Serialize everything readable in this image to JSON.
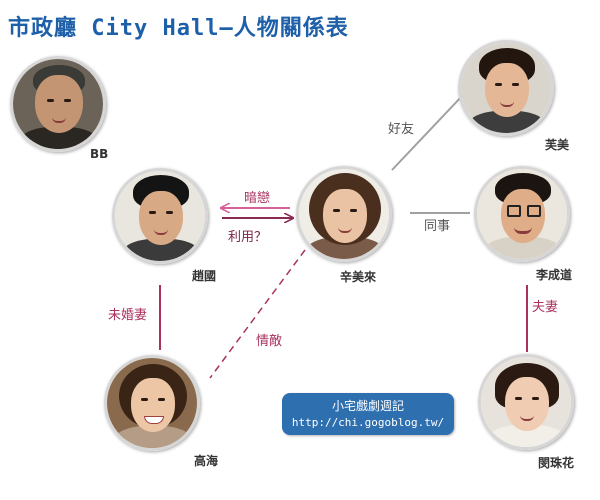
{
  "title": {
    "zh_prefix": "市政廳",
    "en": "City Hall",
    "zh_suffix": "—人物關係表"
  },
  "people": {
    "bb": {
      "name": "BB"
    },
    "zhao_guo": {
      "name": "趙國"
    },
    "xin_mei_lai": {
      "name": "辛美來"
    },
    "fu_mei": {
      "name": "芙美"
    },
    "li_cheng_dao": {
      "name": "李成道"
    },
    "gao_hai": {
      "name": "高海"
    },
    "min_zhu_hua": {
      "name": "閔珠花"
    }
  },
  "relations": {
    "secret_love": "暗戀",
    "use": "利用？",
    "good_friend": "好友",
    "colleague": "同事",
    "fiance": "未婚妻",
    "rival": "情敵",
    "husband": "夫妻"
  },
  "blog": {
    "name": "小宅戲劇週記",
    "url": "http://chi.gogoblog.tw/"
  },
  "colors": {
    "title_blue": "#1d5fa8",
    "relation_pink": "#a8325f",
    "relation_gray": "#999999",
    "blog_blue": "#2e6fb0"
  }
}
